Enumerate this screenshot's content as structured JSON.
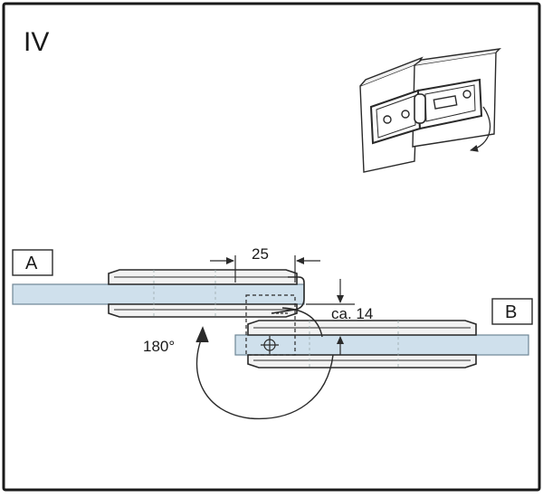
{
  "step": {
    "label": "IV"
  },
  "labels": {
    "panel_a": "A",
    "panel_b": "B",
    "rotation": "180°"
  },
  "dimensions": {
    "width": "25",
    "offset": "ca. 14"
  },
  "colors": {
    "glass": "#cfe0ec",
    "glass_edge": "#6e8595",
    "hinge": "#f2f2f2",
    "stroke": "#2a2a2a",
    "frame": "#1a1a1a"
  },
  "icons": {
    "hinge_preview": "hinge-3d-icon",
    "rotation_arrow": "rotation-arrow-icon",
    "screw": "screw-icon"
  }
}
